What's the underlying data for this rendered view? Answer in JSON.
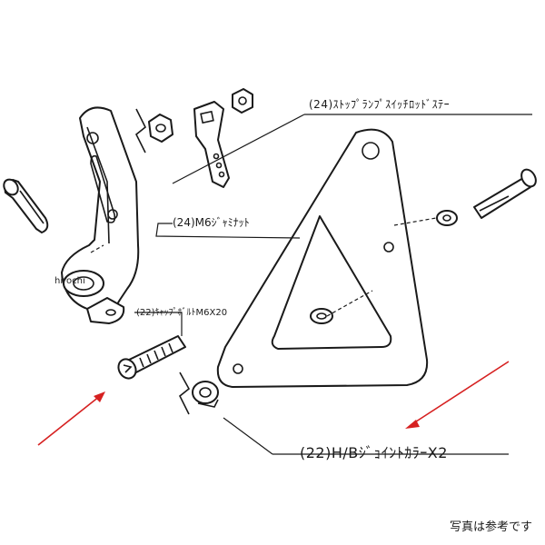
{
  "labels": {
    "stop_lamp_switch_rod_stay": "(24)ｽﾄｯﾌﾟﾗﾝﾌﾟｽｲｯﾁﾛｯﾄﾞｽﾃｰ",
    "m6_jam_nut": "(24)M6ｼﾞｬﾐﾅｯﾄ",
    "cap_bolt": "(22)ｷｬｯﾌﾟﾎﾞﾙﾄM6X20",
    "joint_collar": "(22)H/BｼﾞｮｲﾝﾄｶﾗｰX2"
  },
  "watermark": "hirochi",
  "caption": "写真は参考です",
  "colors": {
    "line": "#1a1a1a",
    "arrow": "#d62020",
    "background": "#ffffff"
  }
}
